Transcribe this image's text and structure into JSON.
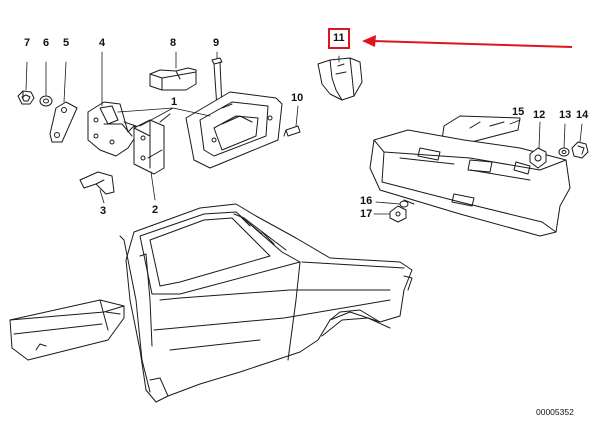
{
  "diagram": {
    "labels": {
      "p1": "1",
      "p2": "2",
      "p3": "3",
      "p4": "4",
      "p5": "5",
      "p6": "6",
      "p7": "7",
      "p8": "8",
      "p9": "9",
      "p10": "10",
      "p11": "11",
      "p12": "12",
      "p13": "13",
      "p14": "14",
      "p15": "15",
      "p16": "16",
      "p17": "17"
    },
    "highlighted_part": "11",
    "catalog_number": "00005352"
  },
  "colors": {
    "line": "#1a1a1a",
    "highlight": "#e0141e",
    "background": "#ffffff"
  }
}
